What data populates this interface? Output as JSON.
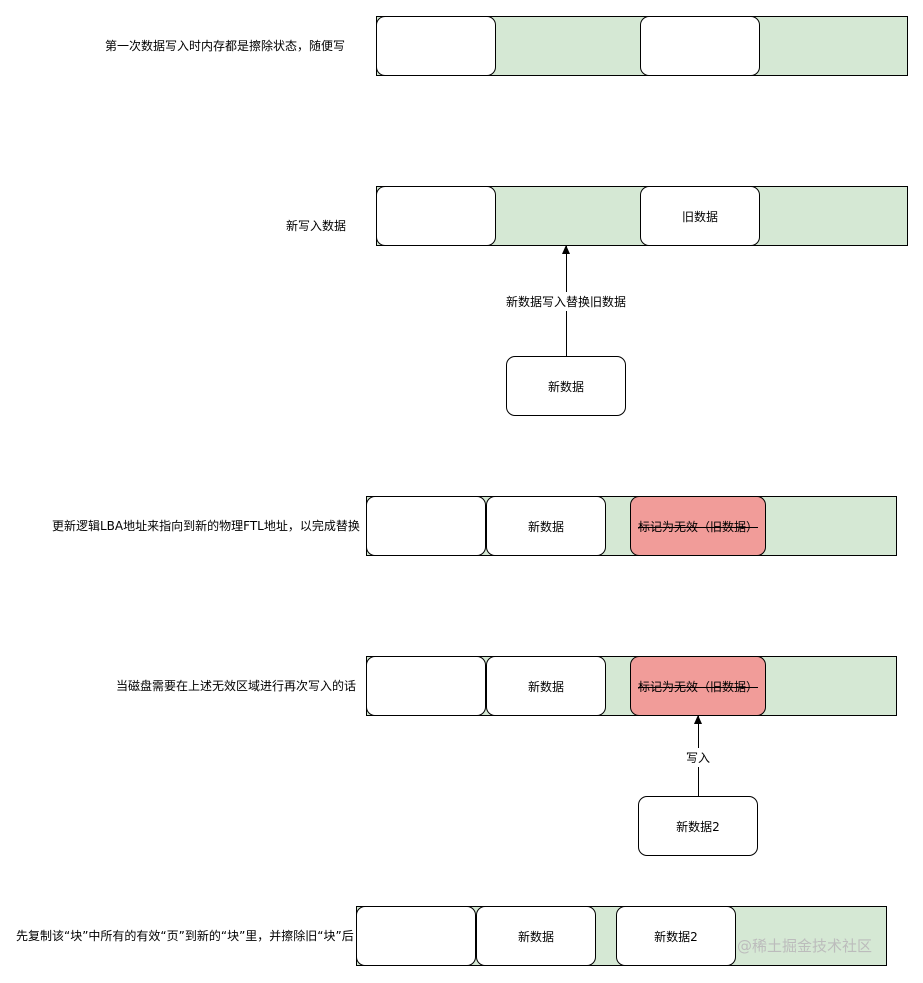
{
  "rows": {
    "r1": {
      "label": "第一次数据写入时内存都是擦除状态，随便写"
    },
    "r2": {
      "label": "新写入数据",
      "old_box": "旧数据"
    },
    "r2_source": {
      "box": "新数据",
      "arrow_label": "新数据写入替换旧数据"
    },
    "r3": {
      "label": "更新逻辑LBA地址来指向到新的物理FTL地址，以完成替换",
      "new_box": "新数据",
      "invalid_box": "标记为无效（旧数据）"
    },
    "r4": {
      "label": "当磁盘需要在上述无效区域进行再次写入的话",
      "new_box": "新数据",
      "invalid_box": "标记为无效（旧数据）"
    },
    "r4_source": {
      "box": "新数据2",
      "arrow_label": "写入"
    },
    "r5": {
      "label": "先复制该“块”中所有的有效“页”到新的“块”里，并擦除旧“块”后",
      "box_a": "新数据",
      "box_b": "新数据2"
    }
  },
  "colors": {
    "strip_fill": "#d5e8d4",
    "invalid_fill": "#f19c99",
    "box_fill": "#ffffff"
  },
  "watermark": "@稀土掘金技术社区"
}
